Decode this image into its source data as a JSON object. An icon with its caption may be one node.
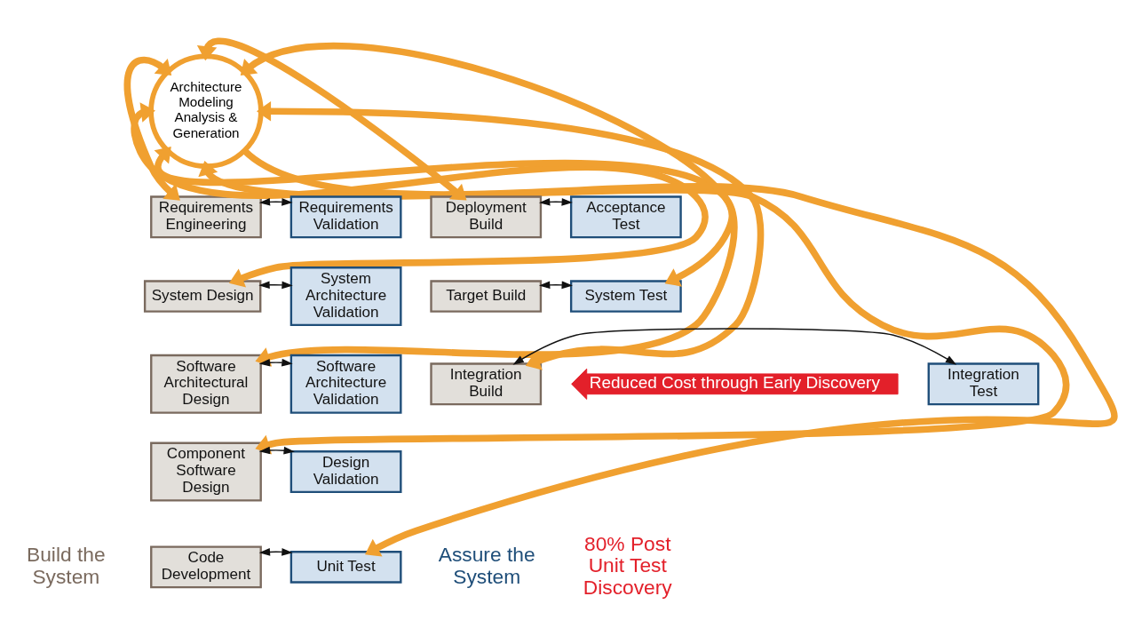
{
  "diagram": {
    "nodes": [
      {
        "text": [
          "Architecture Modeling Analysis & Generation"
        ]
      },
      {
        "text": [
          "Requirements Engineering"
        ]
      },
      {
        "text": [
          "Requirements Validation"
        ]
      },
      {
        "text": [
          "System Design"
        ]
      },
      {
        "text": [
          "System Architecture Validation"
        ]
      },
      {
        "text": [
          "Software Architectural Design"
        ]
      },
      {
        "text": [
          "Software Architecture Validation"
        ]
      },
      {
        "text": [
          "Component Software Design"
        ]
      },
      {
        "text": [
          "Design Validation"
        ]
      },
      {
        "text": [
          "Code Development"
        ]
      },
      {
        "text": [
          "Unit Test"
        ]
      },
      {
        "text": [
          "Deployment Build"
        ]
      },
      {
        "text": [
          "Acceptance Test"
        ]
      },
      {
        "text": [
          "Target Build"
        ]
      },
      {
        "text": [
          "System Test"
        ]
      },
      {
        "text": [
          "Integration Build"
        ]
      },
      {
        "text": [
          "Integration Test"
        ]
      },
      {
        "text": [
          "Reduced Cost through Early Discovery"
        ]
      }
    ],
    "edges": [
      {
        "from": 1,
        "to": 2,
        "arrow": "both"
      },
      {
        "from": 3,
        "to": 4,
        "arrow": "both"
      },
      {
        "from": 5,
        "to": 6,
        "arrow": "both"
      },
      {
        "from": 7,
        "to": 8,
        "arrow": "both"
      },
      {
        "from": 9,
        "to": 10,
        "arrow": "both"
      },
      {
        "from": 11,
        "to": 12,
        "arrow": "both"
      },
      {
        "from": 13,
        "to": 14,
        "arrow": "both"
      },
      {
        "from": 15,
        "to": 16,
        "arrow": "both"
      },
      {
        "from": 0,
        "to": 1,
        "arrow": "both",
        "style": "thick",
        "color": "#f0a030"
      },
      {
        "from": 0,
        "to": 3,
        "arrow": "both",
        "style": "thick",
        "color": "#f0a030"
      },
      {
        "from": 0,
        "to": 5,
        "arrow": "both",
        "style": "thick",
        "color": "#f0a030"
      },
      {
        "from": 0,
        "to": 7,
        "arrow": "both",
        "style": "thick",
        "color": "#f0a030"
      },
      {
        "from": 0,
        "to": 10,
        "arrow": "to",
        "style": "thick",
        "color": "#f0a030"
      },
      {
        "from": 0,
        "to": 11,
        "arrow": "both",
        "style": "thick",
        "color": "#f0a030"
      },
      {
        "from": 0,
        "to": 14,
        "arrow": "both",
        "style": "thick",
        "color": "#f0a030"
      },
      {
        "from": 0,
        "to": 15,
        "arrow": "both",
        "style": "thick",
        "color": "#f0a030"
      }
    ],
    "labels": [
      "Build the System",
      "Assure the System",
      "80% Post Unit Test Discovery"
    ]
  }
}
